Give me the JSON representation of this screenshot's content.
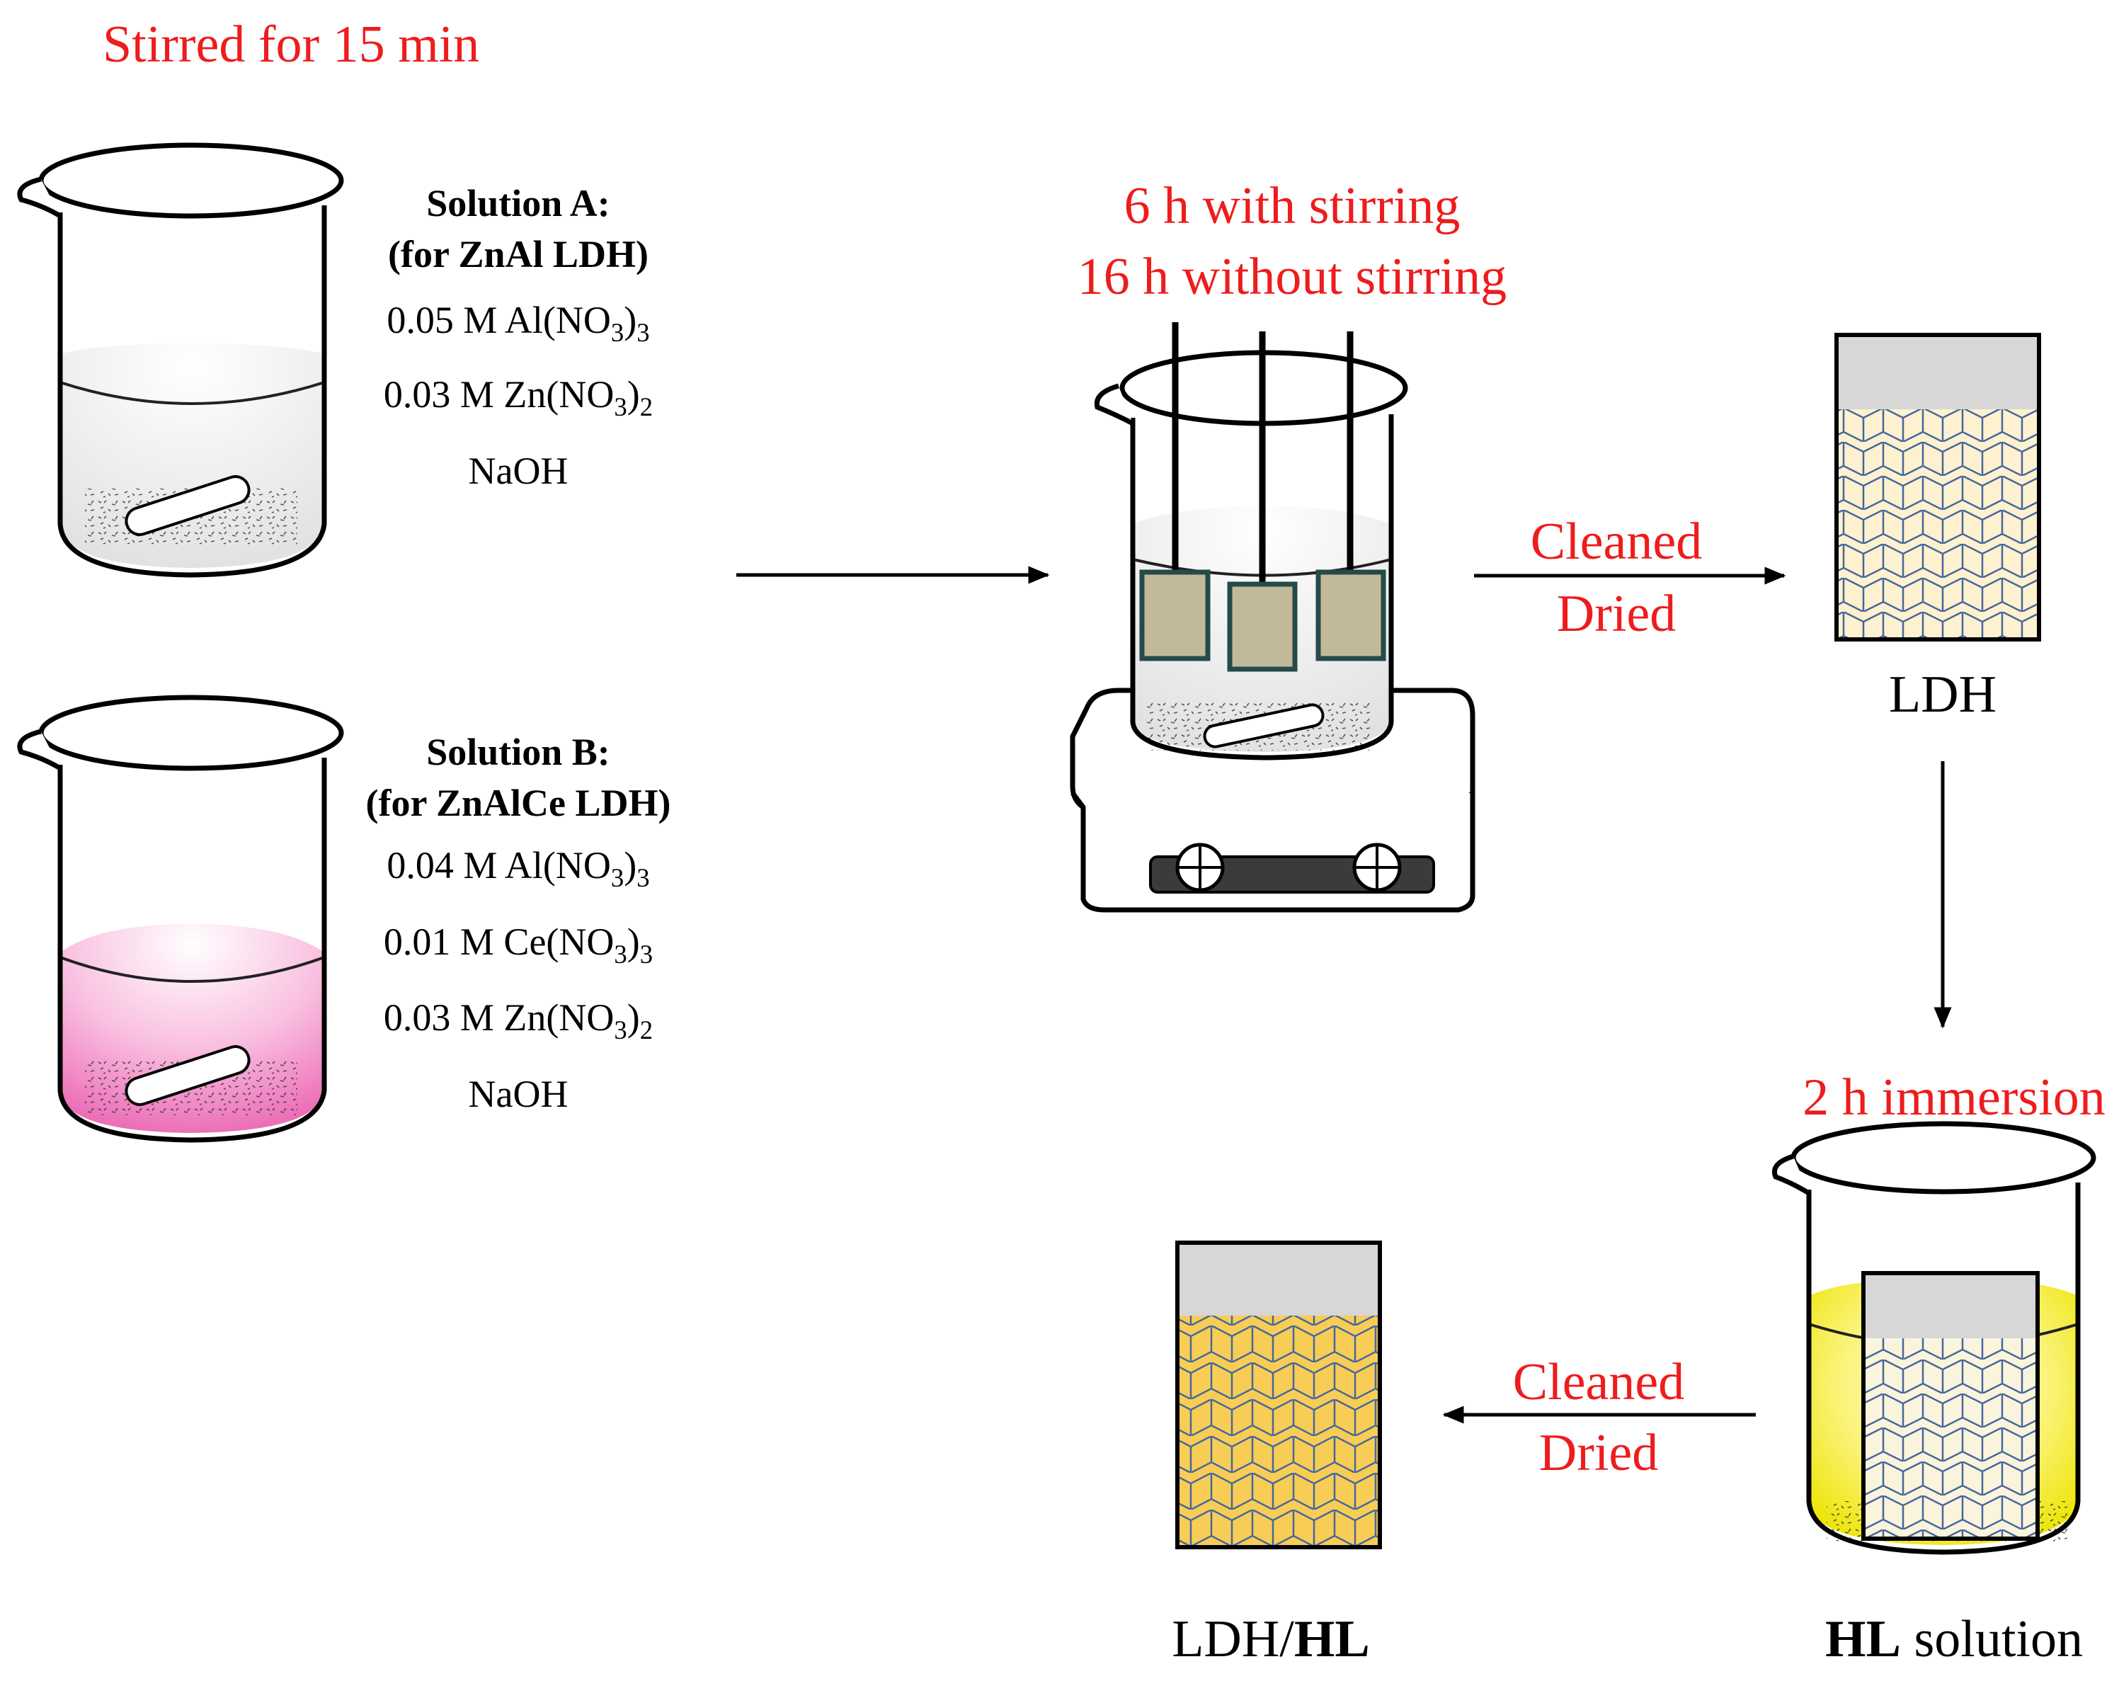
{
  "step1": {
    "caption": "Stirred  for 15 min"
  },
  "solution_a": {
    "title": "Solution A:",
    "subtitle": "(for ZnAl LDH)",
    "lines": [
      {
        "pre": "0.05 M Al(NO",
        "sub1": "3",
        "mid": ")",
        "sub2": "3"
      },
      {
        "pre": "0.03 M Zn(NO",
        "sub1": "3",
        "mid": ")",
        "sub2": "2"
      }
    ],
    "base": "NaOH"
  },
  "solution_b": {
    "title": "Solution B:",
    "subtitle": "(for ZnAlCe LDH)",
    "lines": [
      {
        "pre": "0.04 M Al(NO",
        "sub1": "3",
        "mid": ")",
        "sub2": "3"
      },
      {
        "pre": "0.01 M Ce(NO",
        "sub1": "3",
        "mid": ")",
        "sub2": "3"
      },
      {
        "pre": "0.03 M Zn(NO",
        "sub1": "3",
        "mid": ")",
        "sub2": "2"
      }
    ],
    "base": "NaOH"
  },
  "reaction": {
    "line1": "6 h with stirring",
    "line2": "16 h without stirring"
  },
  "wash1": {
    "line1": "Cleaned",
    "line2": "Dried"
  },
  "ldh_label": "LDH",
  "immersion": {
    "caption": "2 h immersion"
  },
  "wash2": {
    "line1": "Cleaned",
    "line2": "Dried"
  },
  "final_label": {
    "pre": "LDH/",
    "bold": "HL"
  },
  "hl_solution": {
    "bold": "HL",
    "post": " solution"
  },
  "colors": {
    "accent_red": "#ee1c1c",
    "solution_pink": "#f07fc0",
    "solution_yellow": "#f0e800",
    "ldh_fill": "#fdf1cf",
    "hl_fill": "#f8cd55",
    "edge_blue": "#46679e"
  }
}
